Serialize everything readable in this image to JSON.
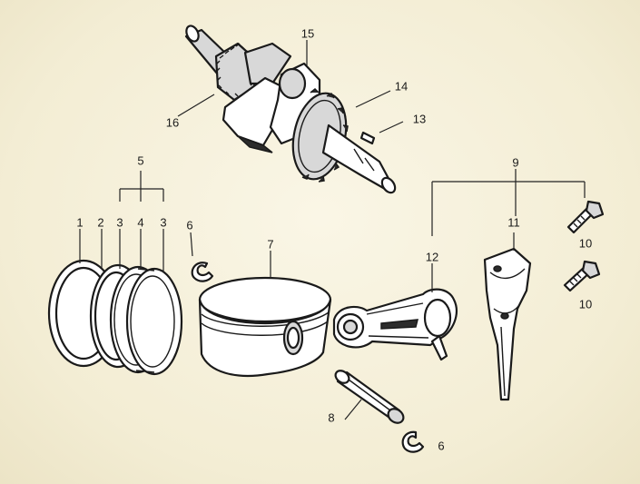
{
  "labels": {
    "l1": "1",
    "l2": "2",
    "l3a": "3",
    "l4": "4",
    "l3b": "3",
    "l5": "5",
    "l6a": "6",
    "l7": "7",
    "l8": "8",
    "l6b": "6",
    "l9": "9",
    "l10a": "10",
    "l10b": "10",
    "l11": "11",
    "l12": "12",
    "l13": "13",
    "l14": "14",
    "l15": "15",
    "l16": "16"
  }
}
